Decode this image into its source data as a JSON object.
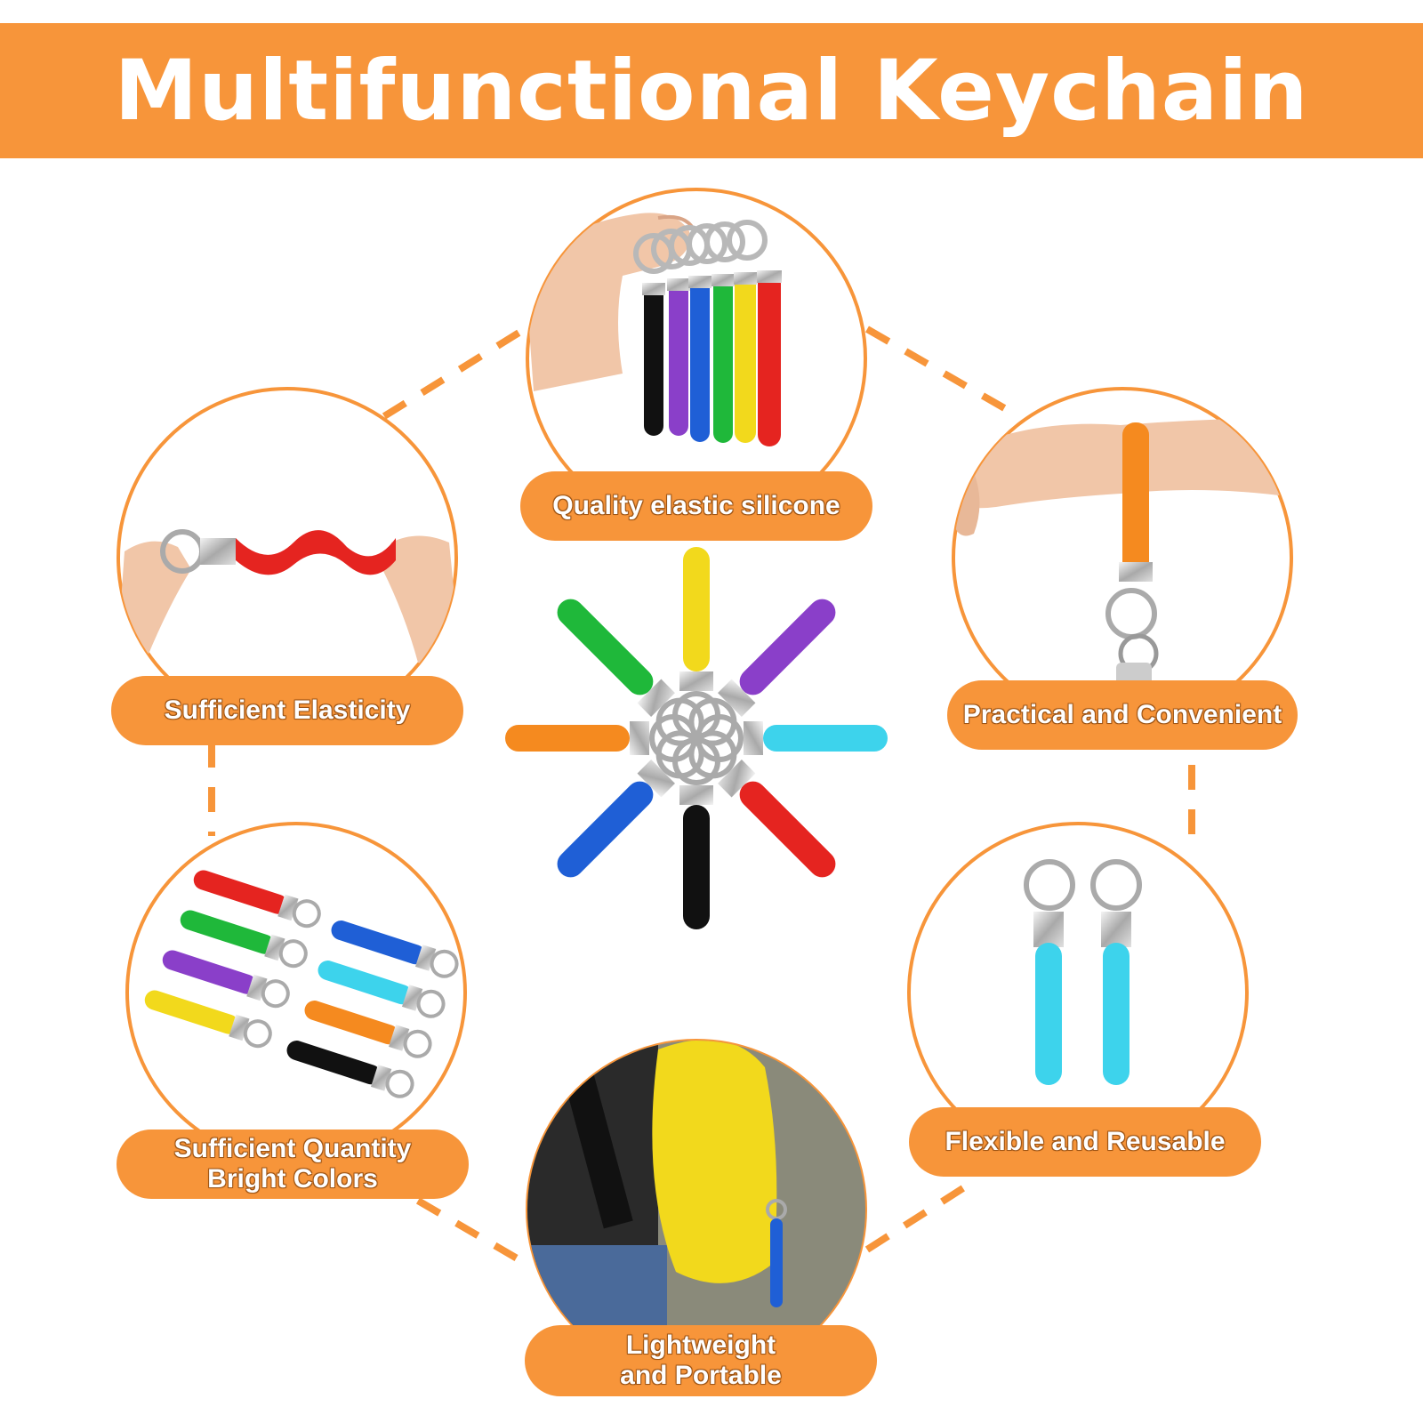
{
  "banner": {
    "title": "Multifunctional Keychain"
  },
  "features": {
    "top": {
      "label": "Quality elastic silicone"
    },
    "left_upper": {
      "label": "Sufficient Elasticity"
    },
    "right_upper": {
      "label": "Practical and Convenient"
    },
    "left_lower": {
      "line1": "Sufficient Quantity",
      "line2": "Bright Colors"
    },
    "right_lower": {
      "label": "Flexible and Reusable"
    },
    "bottom": {
      "line1": "Lightweight",
      "line2": "and Portable"
    }
  },
  "colors": {
    "accent": "#f7953a",
    "strap_yellow": "#f2d91c",
    "strap_purple": "#8a3fc9",
    "strap_green": "#1fb83a",
    "strap_cyan": "#3dd3ec",
    "strap_orange": "#f58a1f",
    "strap_red": "#e52420",
    "strap_blue": "#1f5fd6",
    "strap_black": "#111111"
  }
}
